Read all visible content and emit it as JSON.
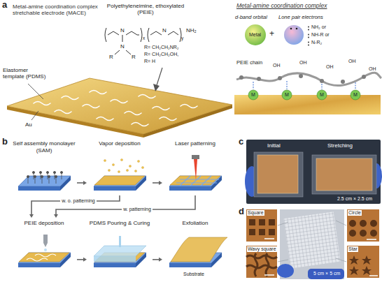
{
  "diagram": {
    "nodes": [
      {
        "text": [
          "Self assembly monolayer (SAM)"
        ]
      },
      {
        "text": [
          "Vapor deposition"
        ]
      },
      {
        "text": [
          "Laser patterning"
        ]
      },
      {
        "text": [
          "PEIE deposition"
        ]
      },
      {
        "text": [
          "PDMS Pouring & Curing"
        ]
      },
      {
        "text": [
          "Exfoliation"
        ]
      }
    ],
    "edges": [
      {
        "from": 0,
        "to": 1,
        "arrow": "to"
      },
      {
        "from": 1,
        "to": 2,
        "arrow": "to"
      },
      {
        "from": 1,
        "to": 3,
        "label": "w. o. patterning",
        "arrow": "to"
      },
      {
        "from": 2,
        "to": 3,
        "label": "w. patterning",
        "arrow": "to"
      },
      {
        "from": 3,
        "to": 4,
        "arrow": "to"
      },
      {
        "from": 4,
        "to": 5,
        "arrow": "to"
      }
    ],
    "labels": [
      "a",
      "Metal-amine coordination complex stretchable electrode (MACE)",
      "Elastomer template (PDMS)",
      "Au",
      "Polyethyleneimine, ethoxylated (PEIE)",
      "N",
      "x",
      "N",
      "y",
      "NH₂",
      "N",
      "R",
      "R",
      "R= CH₂CH₂NR₂",
      "R= CH₂CH₂OH,",
      "R= H",
      "Metal-amine coordination complex",
      "d-band orbital",
      "Lone pair electrons",
      "Metal",
      "+",
      "NH₂ or",
      "NH-R or",
      "N-R₂",
      "PEIE chain",
      "OH",
      "OH",
      "OH",
      "OH",
      "OH",
      "M",
      "M",
      "M",
      "M",
      "b",
      "Substrate",
      "c",
      "Initial",
      "Stretching",
      "2.5 cm × 2.5 cm",
      "d",
      "Square",
      "Wavy square",
      "Circle",
      "Star",
      "5 cm × 5 cm"
    ]
  }
}
